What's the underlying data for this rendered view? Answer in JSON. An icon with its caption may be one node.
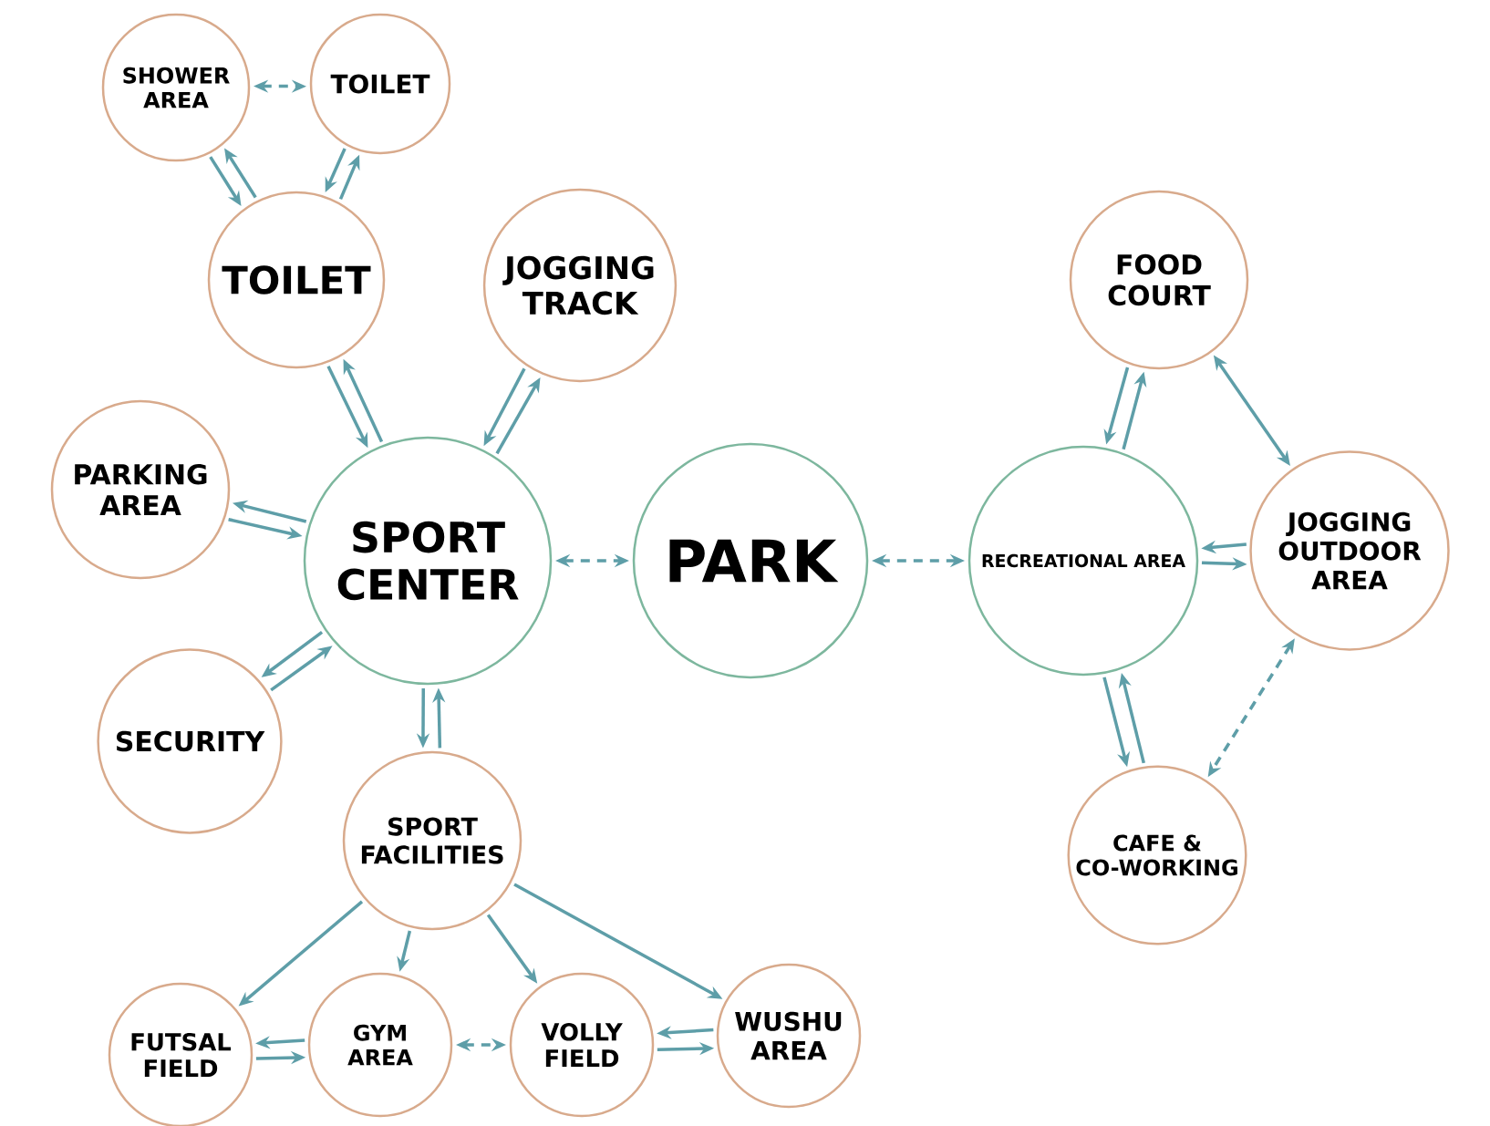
{
  "diagram": {
    "nodes": [
      {
        "text": [
          "SHOWER AREA"
        ]
      },
      {
        "text": [
          "TOILET"
        ]
      },
      {
        "text": [
          "TOILET"
        ]
      },
      {
        "text": [
          "JOGGING TRACK"
        ]
      },
      {
        "text": [
          "PARKING AREA"
        ]
      },
      {
        "text": [
          "SPORT CENTER"
        ]
      },
      {
        "text": [
          "SECURITY"
        ]
      },
      {
        "text": [
          "SPORT FACILITIES"
        ]
      },
      {
        "text": [
          "FUTSAL FIELD"
        ]
      },
      {
        "text": [
          "GYM AREA"
        ]
      },
      {
        "text": [
          "VOLLY FIELD"
        ]
      },
      {
        "text": [
          "WUSHU AREA"
        ]
      },
      {
        "text": [
          "PARK"
        ]
      },
      {
        "text": [
          "RECREATIONAL AREA"
        ]
      },
      {
        "text": [
          "FOOD COURT"
        ]
      },
      {
        "text": [
          "JOGGING OUTDOOR AREA"
        ]
      },
      {
        "text": [
          "CAFE & CO-WORKING"
        ]
      }
    ],
    "edges": [
      {
        "from": 0,
        "to": 1,
        "arrow": "both",
        "style": "dashed"
      },
      {
        "from": 0,
        "to": 2,
        "arrow": "to"
      },
      {
        "from": 2,
        "to": 0,
        "arrow": "to"
      },
      {
        "from": 1,
        "to": 2,
        "arrow": "to"
      },
      {
        "from": 2,
        "to": 1,
        "arrow": "to"
      },
      {
        "from": 2,
        "to": 5,
        "arrow": "to"
      },
      {
        "from": 5,
        "to": 2,
        "arrow": "to"
      },
      {
        "from": 3,
        "to": 5,
        "arrow": "to"
      },
      {
        "from": 5,
        "to": 3,
        "arrow": "to"
      },
      {
        "from": 4,
        "to": 5,
        "arrow": "to"
      },
      {
        "from": 5,
        "to": 4,
        "arrow": "to"
      },
      {
        "from": 5,
        "to": 12,
        "arrow": "both",
        "style": "dashed"
      },
      {
        "from": 5,
        "to": 6,
        "arrow": "to"
      },
      {
        "from": 6,
        "to": 5,
        "arrow": "to"
      },
      {
        "from": 5,
        "to": 7,
        "arrow": "to"
      },
      {
        "from": 7,
        "to": 5,
        "arrow": "to"
      },
      {
        "from": 7,
        "to": 8,
        "arrow": "to"
      },
      {
        "from": 7,
        "to": 9,
        "arrow": "to"
      },
      {
        "from": 7,
        "to": 10,
        "arrow": "to"
      },
      {
        "from": 7,
        "to": 11,
        "arrow": "to"
      },
      {
        "from": 8,
        "to": 9,
        "arrow": "to"
      },
      {
        "from": 9,
        "to": 8,
        "arrow": "to"
      },
      {
        "from": 9,
        "to": 10,
        "arrow": "both",
        "style": "dashed"
      },
      {
        "from": 10,
        "to": 11,
        "arrow": "to"
      },
      {
        "from": 11,
        "to": 10,
        "arrow": "to"
      },
      {
        "from": 12,
        "to": 13,
        "arrow": "both",
        "style": "dashed"
      },
      {
        "from": 13,
        "to": 14,
        "arrow": "to"
      },
      {
        "from": 14,
        "to": 13,
        "arrow": "to"
      },
      {
        "from": 14,
        "to": 15,
        "arrow": "both"
      },
      {
        "from": 13,
        "to": 15,
        "arrow": "to"
      },
      {
        "from": 15,
        "to": 13,
        "arrow": "to"
      },
      {
        "from": 13,
        "to": 16,
        "arrow": "to"
      },
      {
        "from": 16,
        "to": 13,
        "arrow": "to"
      },
      {
        "from": 15,
        "to": 16,
        "arrow": "both",
        "style": "dashed"
      }
    ]
  }
}
